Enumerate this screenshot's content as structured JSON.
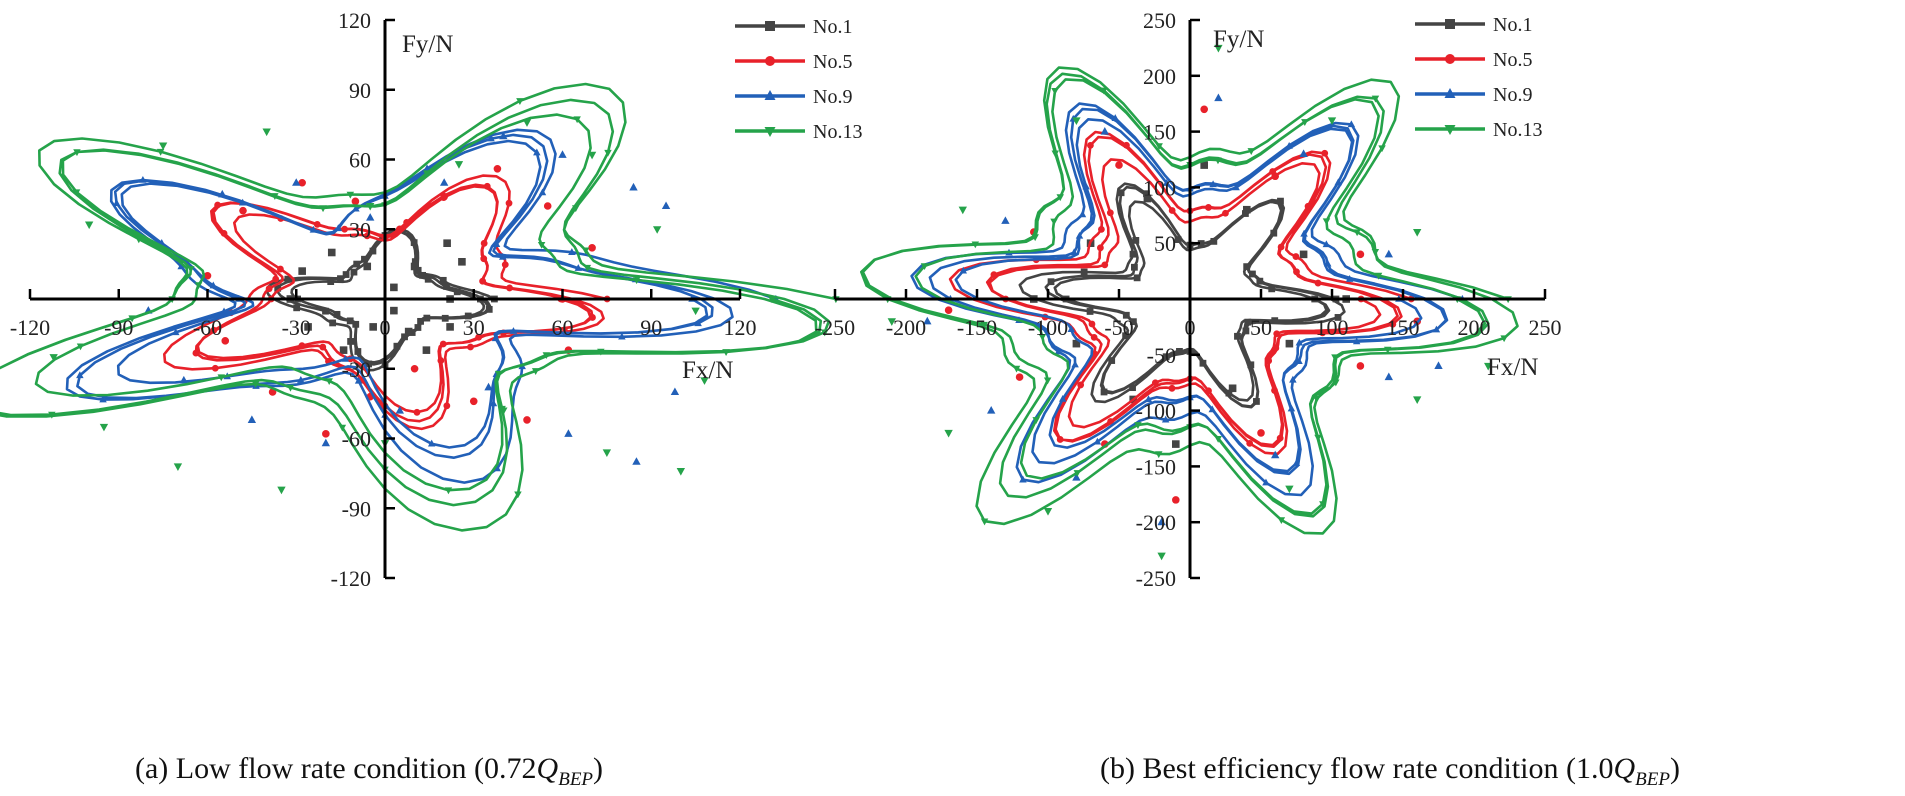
{
  "chart_data": [
    {
      "type": "line",
      "xlabel": "Fx/N",
      "ylabel": "Fy/N",
      "xlim": [
        -120,
        120
      ],
      "ylim": [
        -120,
        120
      ],
      "xticks": [
        -120,
        -90,
        -60,
        -30,
        0,
        30,
        60,
        90,
        120
      ],
      "yticks": [
        -120,
        -90,
        -60,
        -30,
        30,
        60,
        90,
        120
      ],
      "xtick_labels": [
        "-120",
        "-90",
        "-60",
        "-30",
        "0",
        "30",
        "60",
        "90",
        "120"
      ],
      "ytick_labels": [
        "-120",
        "-90",
        "-60",
        "-30",
        "30",
        "60",
        "90",
        "120"
      ],
      "legend": "top-right",
      "grid": false,
      "caption": {
        "prefix": "(a) Low flow rate condition (0.72",
        "q": "Q",
        "sub": "BEP",
        "suffix": ")"
      },
      "series": [
        {
          "name": "No.1",
          "color": "#444444",
          "marker": "square",
          "lobes": 4,
          "r_base": 26,
          "amp": 0.35,
          "sx": 1.0,
          "sy": 0.8,
          "phase": 0.4,
          "x": [
            22,
            26,
            21,
            10,
            3,
            -6,
            -18,
            -28,
            -32,
            -26,
            -14,
            -4,
            3,
            8,
            14,
            22
          ],
          "y": [
            0,
            16,
            24,
            14,
            5,
            14,
            20,
            12,
            0,
            -12,
            -22,
            -12,
            -5,
            -14,
            -22,
            -12
          ]
        },
        {
          "name": "No.5",
          "color": "#e8212a",
          "marker": "circle",
          "lobes": 5,
          "r_base": 52,
          "amp": 0.35,
          "sx": 1.05,
          "sy": 0.75,
          "phase": 0.9,
          "x": [
            60,
            70,
            55,
            38,
            20,
            5,
            -10,
            -28,
            -48,
            -60,
            -54,
            -38,
            -20,
            -5,
            10,
            30,
            48,
            62
          ],
          "y": [
            0,
            22,
            40,
            56,
            44,
            30,
            42,
            50,
            38,
            10,
            -18,
            -40,
            -58,
            -42,
            -30,
            -44,
            -52,
            -22
          ]
        },
        {
          "name": "No.9",
          "color": "#2260b8",
          "marker": "triangle-up",
          "lobes": 5,
          "r_base": 75,
          "amp": 0.4,
          "sx": 1.12,
          "sy": 0.7,
          "phase": 0.2,
          "x": [
            95,
            84,
            60,
            40,
            20,
            -5,
            -30,
            -55,
            -75,
            -80,
            -68,
            -45,
            -20,
            5,
            35,
            62,
            85,
            98
          ],
          "y": [
            40,
            48,
            62,
            70,
            50,
            35,
            50,
            45,
            22,
            -5,
            -35,
            -52,
            -62,
            -48,
            -38,
            -58,
            -70,
            -40
          ]
        },
        {
          "name": "No.13",
          "color": "#25a34a",
          "marker": "triangle-down",
          "lobes": 5,
          "r_base": 95,
          "amp": 0.42,
          "sx": 1.12,
          "sy": 0.68,
          "phase": 0.7,
          "x": [
            105,
            92,
            70,
            48,
            25,
            -5,
            -40,
            -75,
            -100,
            -112,
            -95,
            -70,
            -35,
            0,
            40,
            75,
            100,
            108
          ],
          "y": [
            -5,
            30,
            62,
            76,
            58,
            40,
            72,
            66,
            32,
            -25,
            -55,
            -72,
            -82,
            -62,
            -48,
            -66,
            -74,
            -35
          ]
        }
      ]
    },
    {
      "type": "line",
      "xlabel": "Fx/N",
      "ylabel": "Fy/N",
      "xlim": [
        -250,
        250
      ],
      "ylim": [
        -250,
        250
      ],
      "xticks": [
        -250,
        -200,
        -150,
        -100,
        -50,
        0,
        50,
        100,
        150,
        200,
        250
      ],
      "yticks": [
        -250,
        -200,
        -150,
        -100,
        -50,
        50,
        100,
        150,
        200,
        250
      ],
      "xtick_labels": [
        "-250",
        "-200",
        "-150",
        "-100",
        "-50",
        "0",
        "50",
        "100",
        "150",
        "200",
        "250"
      ],
      "ytick_labels": [
        "-250",
        "-200",
        "-150",
        "-100",
        "-50",
        "50",
        "100",
        "150",
        "200",
        "250"
      ],
      "legend": "top-right",
      "grid": false,
      "caption": {
        "prefix": "(b) Best efficiency flow rate condition (1.0",
        "q": "Q",
        "sub": "BEP",
        "suffix": ")"
      },
      "series": [
        {
          "name": "No.1",
          "color": "#444444",
          "marker": "square",
          "lobes": 6,
          "r_base": 72,
          "amp": 0.42,
          "sx": 1.0,
          "sy": 1.0,
          "phase": 0.55,
          "x": [
            110,
            80,
            40,
            10,
            -30,
            -70,
            -110,
            -80,
            -40,
            -10,
            30,
            70
          ],
          "y": [
            0,
            40,
            80,
            120,
            90,
            50,
            0,
            -40,
            -90,
            -130,
            -80,
            -40
          ]
        },
        {
          "name": "No.5",
          "color": "#e8212a",
          "marker": "circle",
          "lobes": 6,
          "r_base": 108,
          "amp": 0.36,
          "sx": 1.0,
          "sy": 1.0,
          "phase": 0.55,
          "x": [
            160,
            120,
            60,
            10,
            -50,
            -110,
            -170,
            -120,
            -60,
            -10,
            50,
            120
          ],
          "y": [
            -20,
            40,
            110,
            170,
            120,
            60,
            -10,
            -70,
            -130,
            -180,
            -120,
            -60
          ]
        },
        {
          "name": "No.9",
          "color": "#2260b8",
          "marker": "triangle-up",
          "lobes": 6,
          "r_base": 135,
          "amp": 0.33,
          "sx": 1.0,
          "sy": 1.0,
          "phase": 0.55,
          "x": [
            175,
            140,
            80,
            20,
            -60,
            -130,
            -185,
            -140,
            -80,
            -20,
            60,
            140
          ],
          "y": [
            -60,
            40,
            130,
            180,
            150,
            70,
            -20,
            -100,
            -160,
            -200,
            -140,
            -70
          ]
        },
        {
          "name": "No.13",
          "color": "#25a34a",
          "marker": "triangle-down",
          "lobes": 6,
          "r_base": 168,
          "amp": 0.3,
          "sx": 1.0,
          "sy": 1.0,
          "phase": 0.55,
          "x": [
            210,
            160,
            100,
            20,
            -80,
            -160,
            -210,
            -170,
            -100,
            -20,
            70,
            160
          ],
          "y": [
            -60,
            60,
            160,
            225,
            160,
            80,
            -20,
            -120,
            -190,
            -230,
            -170,
            -90
          ]
        }
      ]
    }
  ]
}
